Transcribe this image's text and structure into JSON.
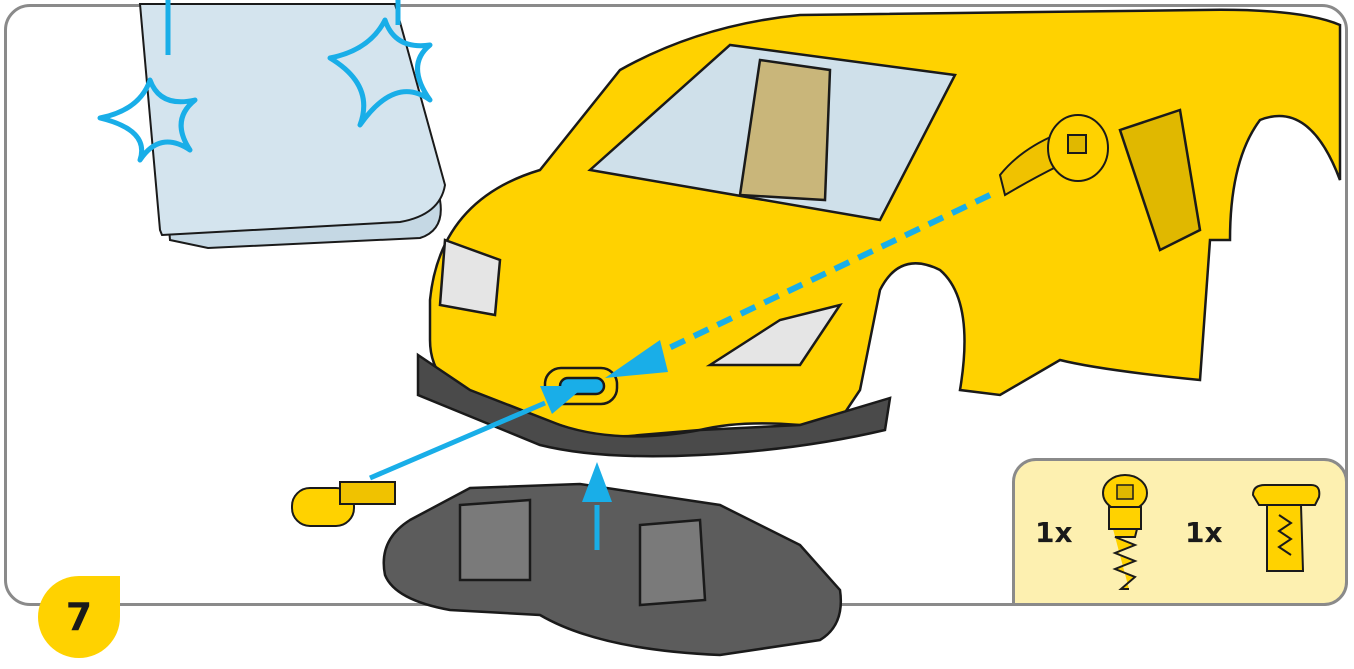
{
  "step": {
    "number": "7"
  },
  "parts": [
    {
      "name": "screw-part",
      "quantity_label": "1x"
    },
    {
      "name": "clip-part",
      "quantity_label": "1x"
    }
  ],
  "colors": {
    "car_body": "#ffd200",
    "outline": "#1a1a1a",
    "base_plate": "#5c5c5c",
    "glass": "#cfe0ea",
    "arrow": "#19aee8",
    "frame": "#8a8a8a",
    "parts_box": "#fdf0b0"
  },
  "icons": [
    "snap-burst-icon",
    "arrow-up-icon",
    "insert-arrow-icon",
    "dashed-arrow-icon"
  ]
}
